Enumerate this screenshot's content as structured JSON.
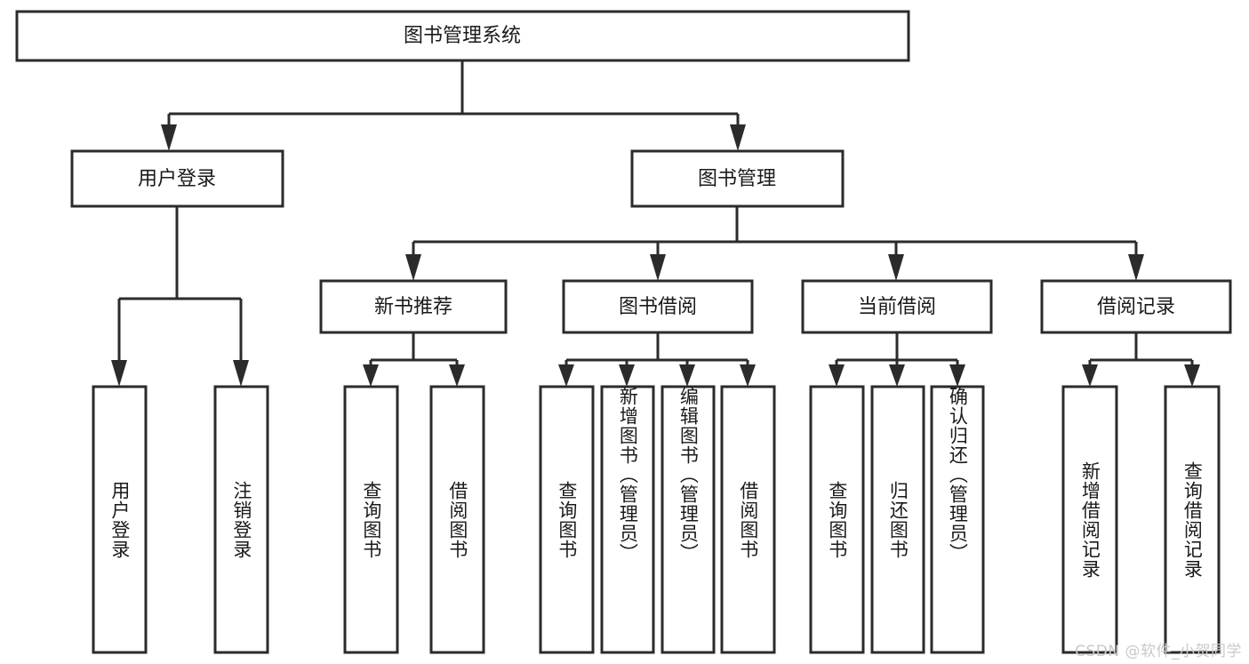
{
  "diagram": {
    "title": "图书管理系统",
    "type": "tree",
    "watermark": "CSDN @软件_小贺同学",
    "colors": {
      "stroke": "#2b2b2b",
      "fill": "#ffffff",
      "text": "#1a1a1a",
      "watermark": "#c9c9c9"
    },
    "root": {
      "label": "图书管理系统"
    },
    "level1": [
      {
        "label": "用户登录"
      },
      {
        "label": "图书管理"
      }
    ],
    "level2": [
      {
        "label": "新书推荐"
      },
      {
        "label": "图书借阅"
      },
      {
        "label": "当前借阅"
      },
      {
        "label": "借阅记录"
      }
    ],
    "leaves_user_login": [
      {
        "label": "用户登录"
      },
      {
        "label": "注销登录"
      }
    ],
    "leaves_new_book": [
      {
        "label": "查询图书"
      },
      {
        "label": "借阅图书"
      }
    ],
    "leaves_borrow": [
      {
        "label": "查询图书"
      },
      {
        "label": "新增图书（管理员）"
      },
      {
        "label": "编辑图书（管理员）"
      },
      {
        "label": "借阅图书"
      }
    ],
    "leaves_current": [
      {
        "label": "查询图书"
      },
      {
        "label": "归还图书"
      },
      {
        "label": "确认归还（管理员）"
      }
    ],
    "leaves_record": [
      {
        "label": "新增借阅记录"
      },
      {
        "label": "查询借阅记录"
      }
    ]
  }
}
